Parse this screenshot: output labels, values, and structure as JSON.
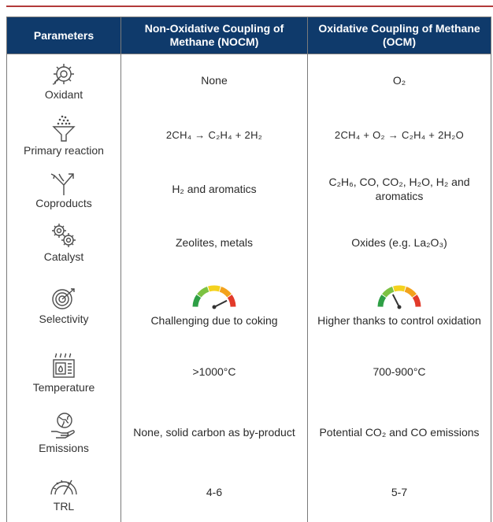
{
  "header": {
    "col1": "Parameters",
    "col2": "Non-Oxidative Coupling of Methane (NOCM)",
    "col3": "Oxidative Coupling of Methane (OCM)"
  },
  "rows": [
    {
      "label": "Oxidant",
      "icon": "gear-wrench-icon",
      "nocm": "None",
      "ocm": "O₂"
    },
    {
      "label": "Primary reaction",
      "icon": "funnel-icon",
      "nocm": "2CH₄ → C₂H₄ + 2H₂",
      "ocm": "2CH₄ + O₂ → C₂H₄ + 2H₂O"
    },
    {
      "label": "Coproducts",
      "icon": "split-arrows-icon",
      "nocm": "H₂ and aromatics",
      "ocm": "C₂H₆, CO, CO₂, H₂O, H₂ and aromatics"
    },
    {
      "label": "Catalyst",
      "icon": "gears-icon",
      "nocm": "Zeolites, metals",
      "ocm": "Oxides (e.g. La₂O₃)"
    },
    {
      "label": "Selectivity",
      "icon": "target-icon",
      "nocm": "Challenging due to coking",
      "ocm": "Higher thanks to control oxidation"
    },
    {
      "label": "Temperature",
      "icon": "furnace-icon",
      "nocm": ">1000°C",
      "ocm": "700-900°C"
    },
    {
      "label": "Emissions",
      "icon": "globe-hand-icon",
      "nocm": "None, solid carbon as by-product",
      "ocm": "Potential CO₂ and CO emissions"
    },
    {
      "label": "TRL",
      "icon": "speedometer-icon",
      "nocm": "4-6",
      "ocm": "5-7"
    }
  ],
  "gauges": {
    "nocm_level": 0.15,
    "ocm_level": 0.65,
    "colors": [
      "#e23a2a",
      "#f3a21c",
      "#f4d21e",
      "#7cc242",
      "#2e9f45"
    ]
  }
}
